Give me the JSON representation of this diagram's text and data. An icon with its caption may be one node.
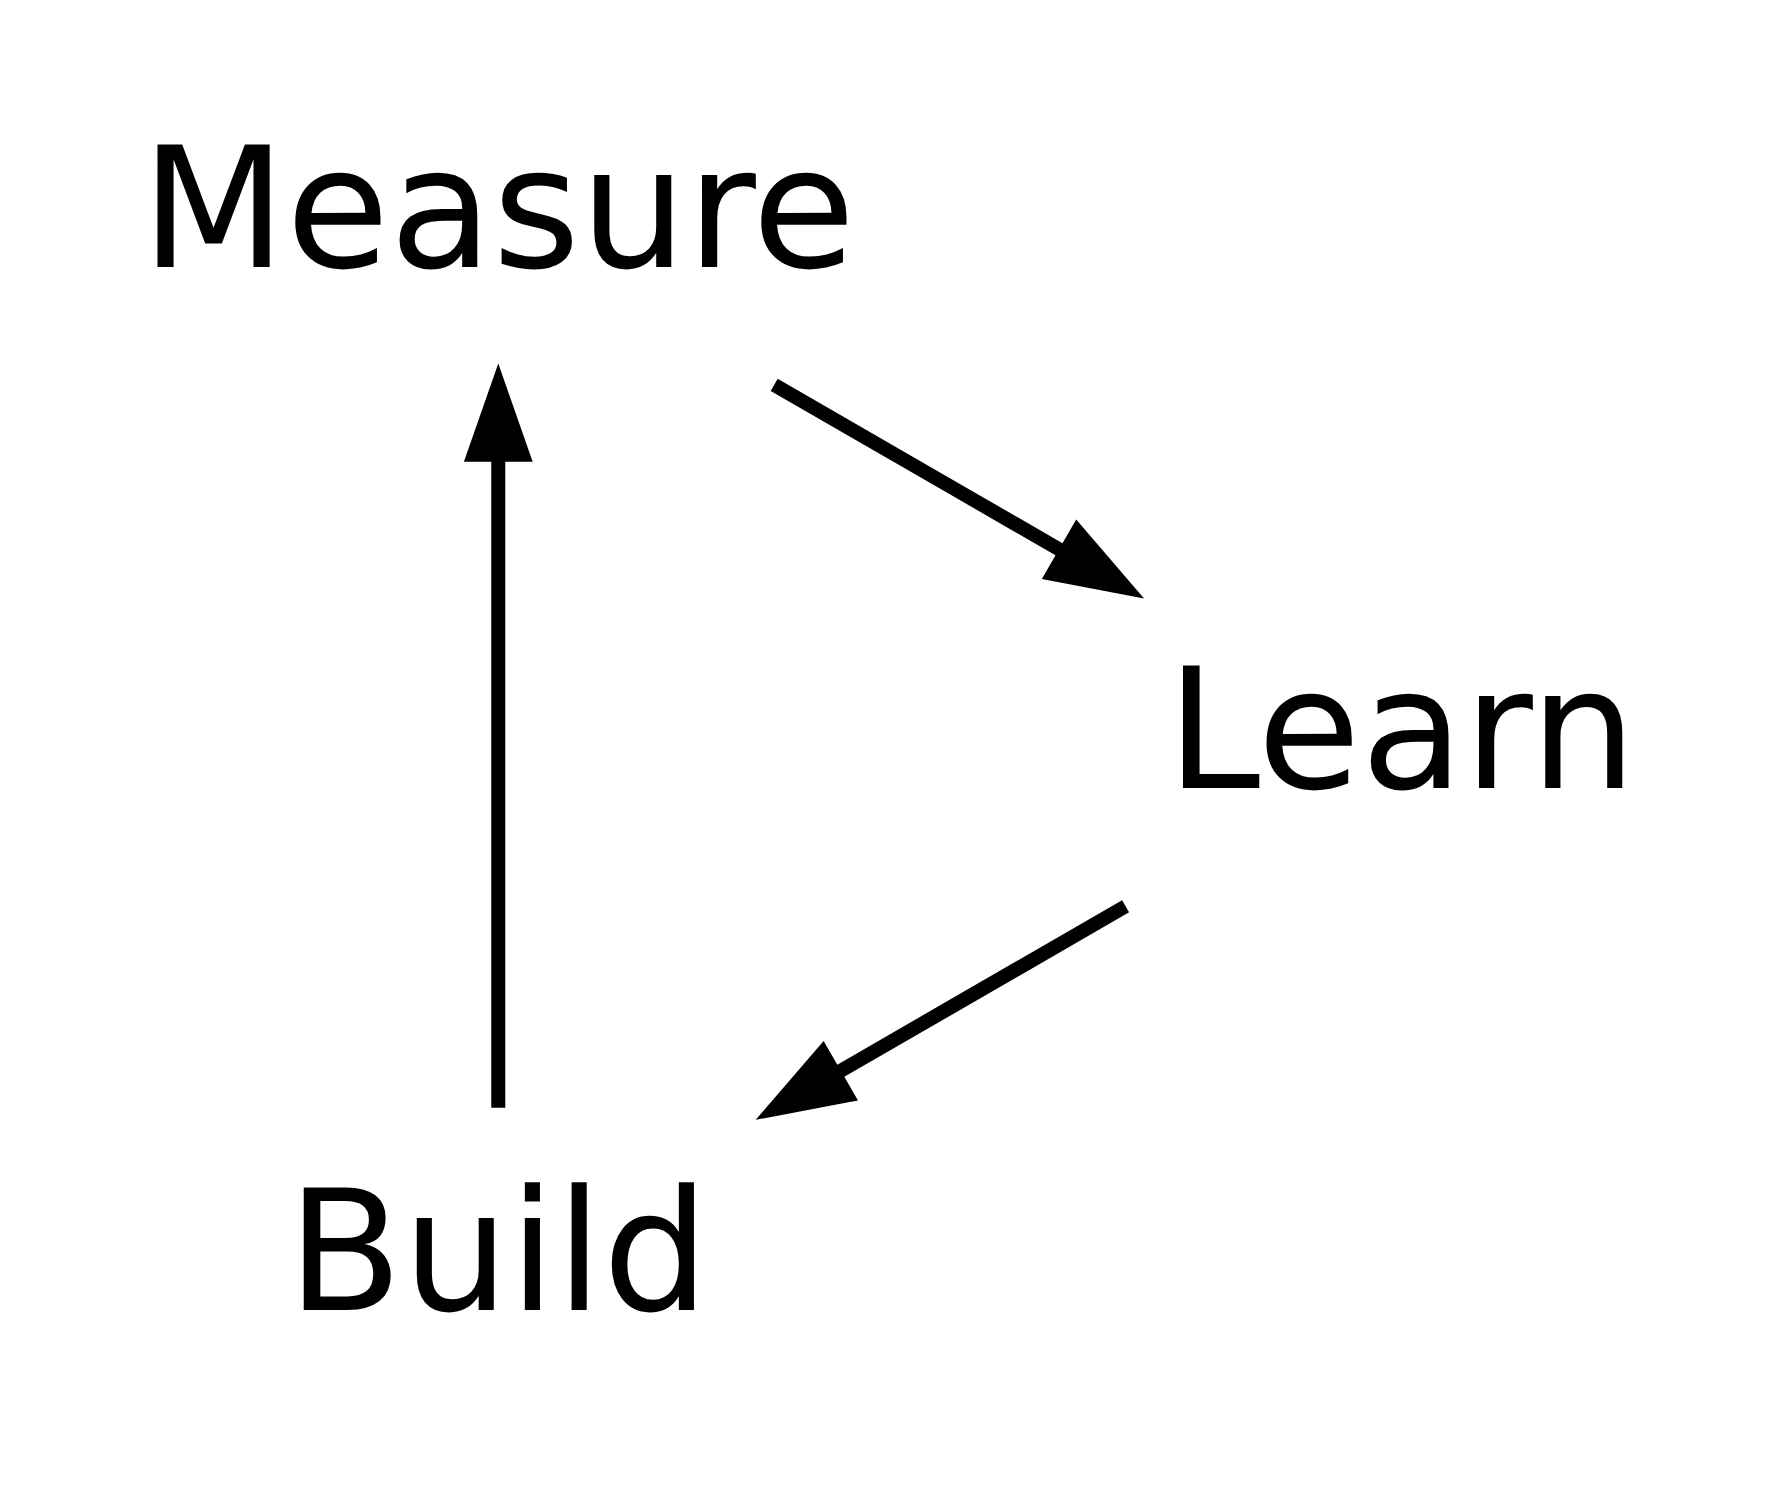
{
  "diagram": {
    "nodes": [
      {
        "text": [
          "Build"
        ]
      },
      {
        "text": [
          "Measure"
        ]
      },
      {
        "text": [
          "Learn"
        ]
      }
    ],
    "edges": [
      {
        "from": 0,
        "to": 1,
        "arrow": "to"
      },
      {
        "from": 1,
        "to": 2,
        "arrow": "to"
      },
      {
        "from": 2,
        "to": 0,
        "arrow": "to"
      }
    ]
  }
}
